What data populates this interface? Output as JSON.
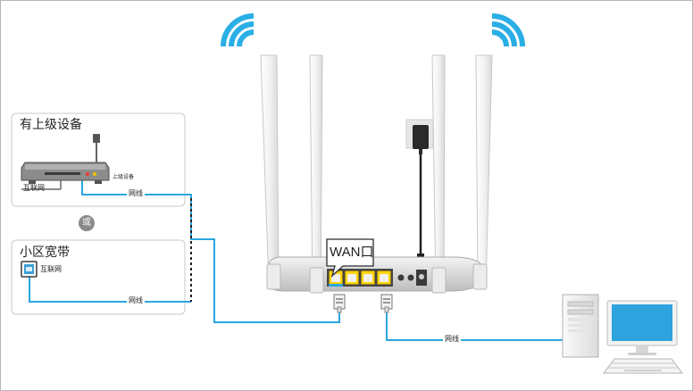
{
  "upstream_panel": {
    "title": "有上级设备",
    "internet_label": "互联网",
    "device_label": "上级设备",
    "cable_label": "网线"
  },
  "or_label": "或",
  "community_panel": {
    "title": "小区宽带",
    "internet_label": "互联网",
    "cable_label": "网线"
  },
  "router": {
    "wan_label": "WAN口"
  },
  "pc_cable_label": "网线",
  "colors": {
    "wifi": "#2aaee6",
    "cable": "#2aa7df",
    "wan_highlight": "#ffd400",
    "panel_border": "#c9c9c9",
    "or_badge": "#8a8a8a"
  },
  "icons": [
    "wifi-icon",
    "router-icon",
    "power-adapter-icon",
    "modem-icon",
    "wall-socket-icon",
    "desktop-computer-icon",
    "keyboard-icon",
    "ethernet-plug-icon"
  ]
}
